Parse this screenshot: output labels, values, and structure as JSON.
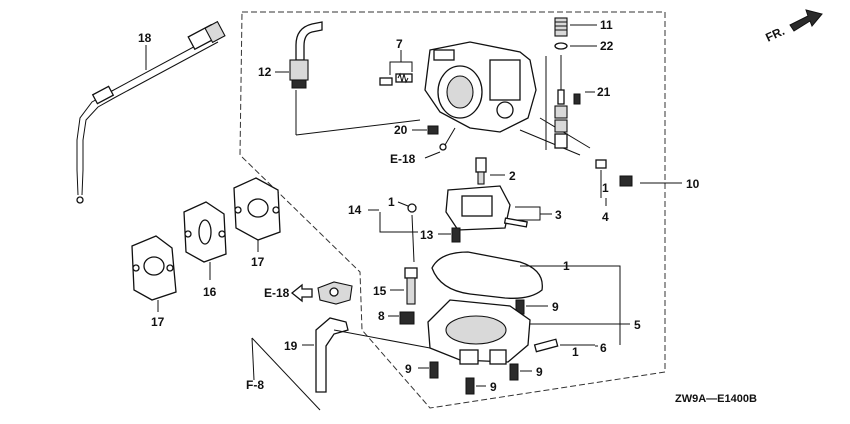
{
  "drawing_code": "ZW9A—E1400B",
  "direction_label": "FR.",
  "refs": {
    "e18_top": "E-18",
    "e18_left": "E-18",
    "f8": "F-8"
  },
  "callouts": {
    "c1a": "1",
    "c1b": "1",
    "c1c": "1",
    "c1d": "1",
    "c1e": "1",
    "c2": "2",
    "c3": "3",
    "c4": "4",
    "c5": "5",
    "c6": "6",
    "c7": "7",
    "c8": "8",
    "c9a": "9",
    "c9b": "9",
    "c9c": "9",
    "c9d": "9",
    "c10": "10",
    "c11": "11",
    "c12": "12",
    "c13": "13",
    "c14": "14",
    "c15": "15",
    "c16": "16",
    "c17a": "17",
    "c17b": "17",
    "c18": "18",
    "c19": "19",
    "c20": "20",
    "c21": "21",
    "c22": "22"
  }
}
